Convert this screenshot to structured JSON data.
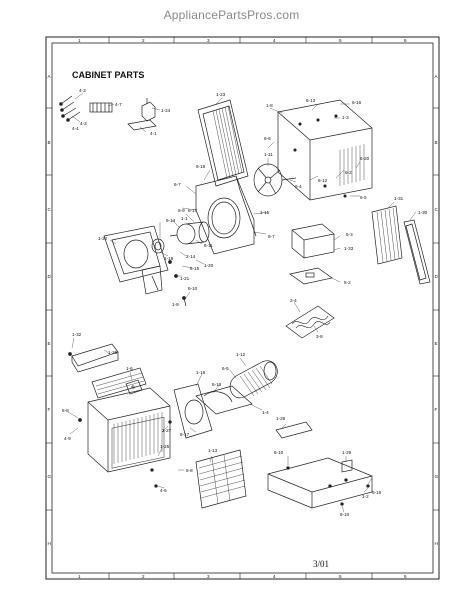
{
  "site_header": "AppliancePartsPros.com",
  "title": "CABINET PARTS",
  "page_number": "3/01",
  "border_columns": [
    "1",
    "2",
    "3",
    "4",
    "5",
    "6"
  ],
  "border_rows": [
    "A",
    "B",
    "C",
    "D",
    "E",
    "F",
    "G",
    "H"
  ],
  "part_labels": [
    {
      "id": "4-3a",
      "text": "4-3"
    },
    {
      "id": "4-3b",
      "text": "4-3"
    },
    {
      "id": "4-4",
      "text": "4-4"
    },
    {
      "id": "4-7",
      "text": "4-7"
    },
    {
      "id": "1-24",
      "text": "1-24"
    },
    {
      "id": "4-1",
      "text": "4-1"
    },
    {
      "id": "1-23",
      "text": "1-23"
    },
    {
      "id": "1-8",
      "text": "1-8"
    },
    {
      "id": "6-13",
      "text": "6-13"
    },
    {
      "id": "6-16",
      "text": "6-16"
    },
    {
      "id": "1-3",
      "text": "1-3"
    },
    {
      "id": "6-6",
      "text": "6-6"
    },
    {
      "id": "1-11",
      "text": "1-11"
    },
    {
      "id": "6-4",
      "text": "6-4"
    },
    {
      "id": "6-12",
      "text": "6-12"
    },
    {
      "id": "6-2",
      "text": "6-2"
    },
    {
      "id": "6-20",
      "text": "6-20"
    },
    {
      "id": "6-5",
      "text": "6-5"
    },
    {
      "id": "6-18",
      "text": "6-18"
    },
    {
      "id": "6-7a",
      "text": "6-7"
    },
    {
      "id": "6-9",
      "text": "6-9"
    },
    {
      "id": "1-15",
      "text": "1-15"
    },
    {
      "id": "6-7b",
      "text": "6-7"
    },
    {
      "id": "1-31",
      "text": "1-31"
    },
    {
      "id": "1-30",
      "text": "1-30"
    },
    {
      "id": "6-14",
      "text": "6-14"
    },
    {
      "id": "1-1",
      "text": "1-1"
    },
    {
      "id": "6-17",
      "text": "6-17"
    },
    {
      "id": "6-11",
      "text": "6-11"
    },
    {
      "id": "2-14",
      "text": "2-14"
    },
    {
      "id": "1-19",
      "text": "1-19"
    },
    {
      "id": "1-20",
      "text": "1-20"
    },
    {
      "id": "6-15",
      "text": "6-15"
    },
    {
      "id": "1-21",
      "text": "1-21"
    },
    {
      "id": "1-22",
      "text": "1-22"
    },
    {
      "id": "5-3",
      "text": "5-3"
    },
    {
      "id": "1-33",
      "text": "1-33"
    },
    {
      "id": "5-2",
      "text": "5-2"
    },
    {
      "id": "6-10a",
      "text": "6-10"
    },
    {
      "id": "1-9",
      "text": "1-9"
    },
    {
      "id": "2-4",
      "text": "2-4"
    },
    {
      "id": "3-8",
      "text": "3-8"
    },
    {
      "id": "1-32",
      "text": "1-32"
    },
    {
      "id": "1-26",
      "text": "1-26"
    },
    {
      "id": "1-6",
      "text": "1-6"
    },
    {
      "id": "1-12",
      "text": "1-12"
    },
    {
      "id": "1-16",
      "text": "1-16"
    },
    {
      "id": "6-5b",
      "text": "6-5"
    },
    {
      "id": "6-10b",
      "text": "6-10"
    },
    {
      "id": "1-4",
      "text": "1-4"
    },
    {
      "id": "6-8a",
      "text": "6-8"
    },
    {
      "id": "4-9",
      "text": "4-9"
    },
    {
      "id": "1-27",
      "text": "1-27"
    },
    {
      "id": "1-25",
      "text": "1-25"
    },
    {
      "id": "6-17b",
      "text": "6-17"
    },
    {
      "id": "1-28",
      "text": "1-28"
    },
    {
      "id": "6-8b",
      "text": "6-8"
    },
    {
      "id": "4-6",
      "text": "4-6"
    },
    {
      "id": "1-13",
      "text": "1-13"
    },
    {
      "id": "6-10c",
      "text": "6-10"
    },
    {
      "id": "1-29",
      "text": "1-29"
    },
    {
      "id": "1-2",
      "text": "1-2"
    },
    {
      "id": "6-16b",
      "text": "6-16"
    },
    {
      "id": "6-10d",
      "text": "6-10"
    }
  ]
}
